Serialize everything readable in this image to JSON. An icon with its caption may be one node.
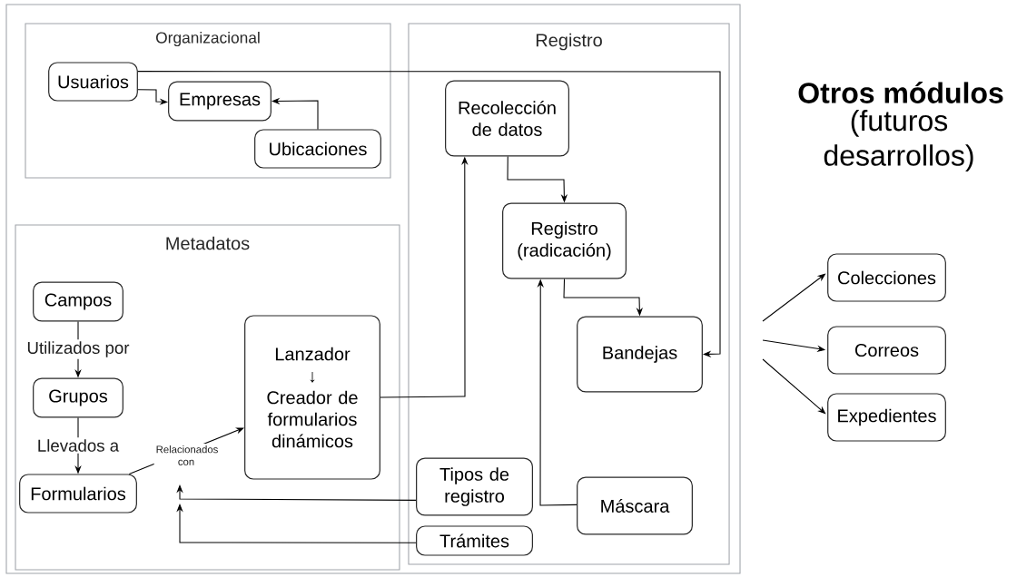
{
  "diagram": {
    "nodes": [
      {
        "text": [],
        "shape": "box"
      },
      {
        "text": [
          "Organizacional"
        ],
        "in": 0
      },
      {
        "text": [
          "Usuarios"
        ],
        "in": 1
      },
      {
        "text": [
          "Empresas"
        ],
        "in": 1
      },
      {
        "text": [
          "Ubicaciones"
        ],
        "in": 1
      },
      {
        "text": [
          "Registro"
        ],
        "in": 0
      },
      {
        "text": [
          "Recolección de datos"
        ],
        "in": 5
      },
      {
        "text": [
          "Registro (radicación)"
        ],
        "in": 5
      },
      {
        "text": [
          "Bandejas"
        ],
        "in": 5
      },
      {
        "text": [
          "Tipos de registro"
        ],
        "in": 5
      },
      {
        "text": [
          "Trámites"
        ],
        "in": 5
      },
      {
        "text": [
          "Máscara"
        ],
        "in": 5
      },
      {
        "text": [
          "Metadatos"
        ],
        "in": 0
      },
      {
        "text": [
          "Campos"
        ],
        "in": 12
      },
      {
        "text": [
          "Grupos"
        ],
        "in": 12
      },
      {
        "text": [
          "Formularios"
        ],
        "in": 12
      },
      {
        "text": [
          "Lanzador",
          "↓",
          "Creador de formularios dinámicos"
        ],
        "in": 12
      },
      {
        "text": [
          "Colecciones"
        ]
      },
      {
        "text": [
          "Correos"
        ]
      },
      {
        "text": [
          "Expedientes"
        ]
      }
    ],
    "edges": [
      {
        "from": 2,
        "to": 3,
        "arrow": "to"
      },
      {
        "from": 4,
        "to": 3,
        "arrow": "to"
      },
      {
        "from": 2,
        "to": 8,
        "arrow": "to"
      },
      {
        "from": 6,
        "to": 7,
        "arrow": "to"
      },
      {
        "from": 7,
        "to": 8,
        "arrow": "to"
      },
      {
        "from": 11,
        "to": 7,
        "arrow": "to"
      },
      {
        "from": 16,
        "to": 6,
        "arrow": "to"
      },
      {
        "from": 13,
        "to": 14,
        "arrow": "to",
        "label": "Utilizados por"
      },
      {
        "from": 14,
        "to": 15,
        "arrow": "to",
        "label": "Llevados a"
      },
      {
        "from": 15,
        "to": 16,
        "arrow": "to",
        "label": "Relacionados con"
      },
      {
        "from": 9,
        "to": null,
        "arrow": "to"
      },
      {
        "from": 10,
        "to": null,
        "arrow": "to"
      },
      {
        "from": null,
        "to": 17,
        "arrow": "to"
      },
      {
        "from": null,
        "to": 18,
        "arrow": "to"
      },
      {
        "from": null,
        "to": 19,
        "arrow": "to"
      }
    ],
    "labels": [
      "Otros módulos",
      "(futuros desarrollos)"
    ]
  }
}
